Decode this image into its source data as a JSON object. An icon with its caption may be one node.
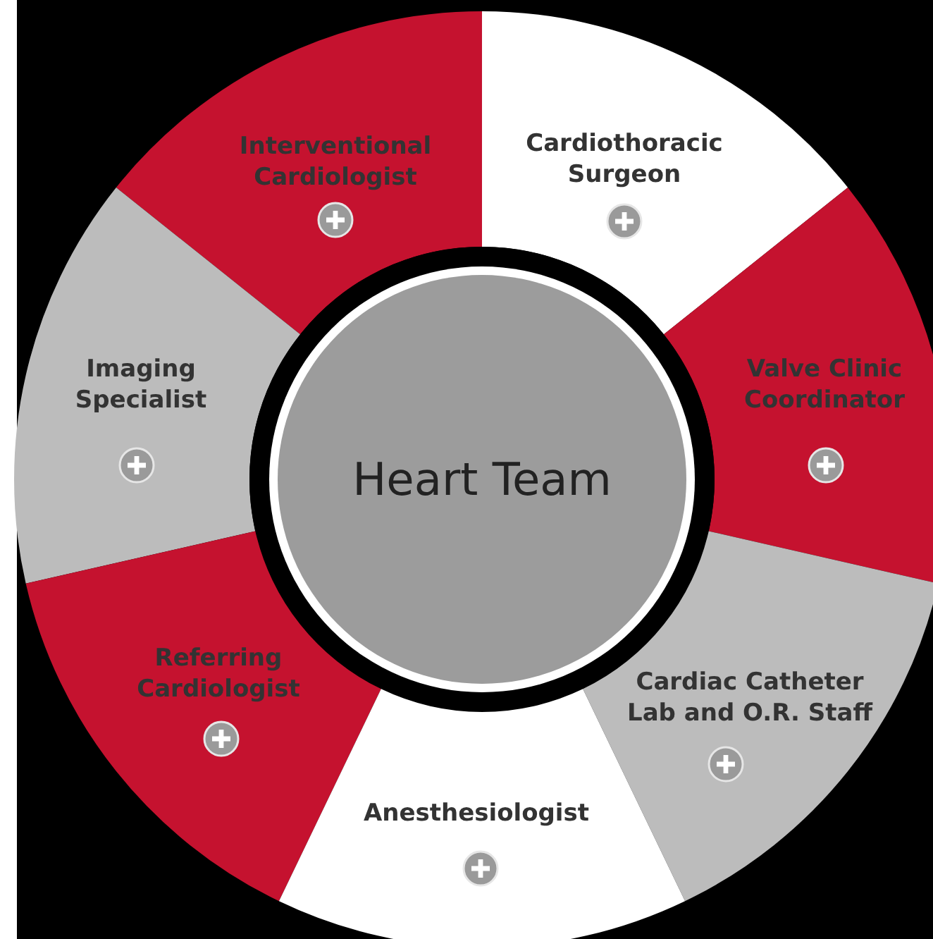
{
  "diagram": {
    "nodes": [
      {
        "text": [
          "Interventional Cardiologist"
        ]
      },
      {
        "text": [
          "Cardiothoracic Surgeon"
        ]
      },
      {
        "text": [
          "Imaging Specialist"
        ]
      },
      {
        "text": [
          "Valve Clinic Coordinator"
        ]
      },
      {
        "text": [
          "Heart Team"
        ]
      },
      {
        "text": [
          "Referring Cardiologist"
        ]
      },
      {
        "text": [
          "Cardiac Catheter Lab and O.R. Staff"
        ]
      },
      {
        "text": [
          "Anesthesiologist"
        ]
      }
    ]
  }
}
